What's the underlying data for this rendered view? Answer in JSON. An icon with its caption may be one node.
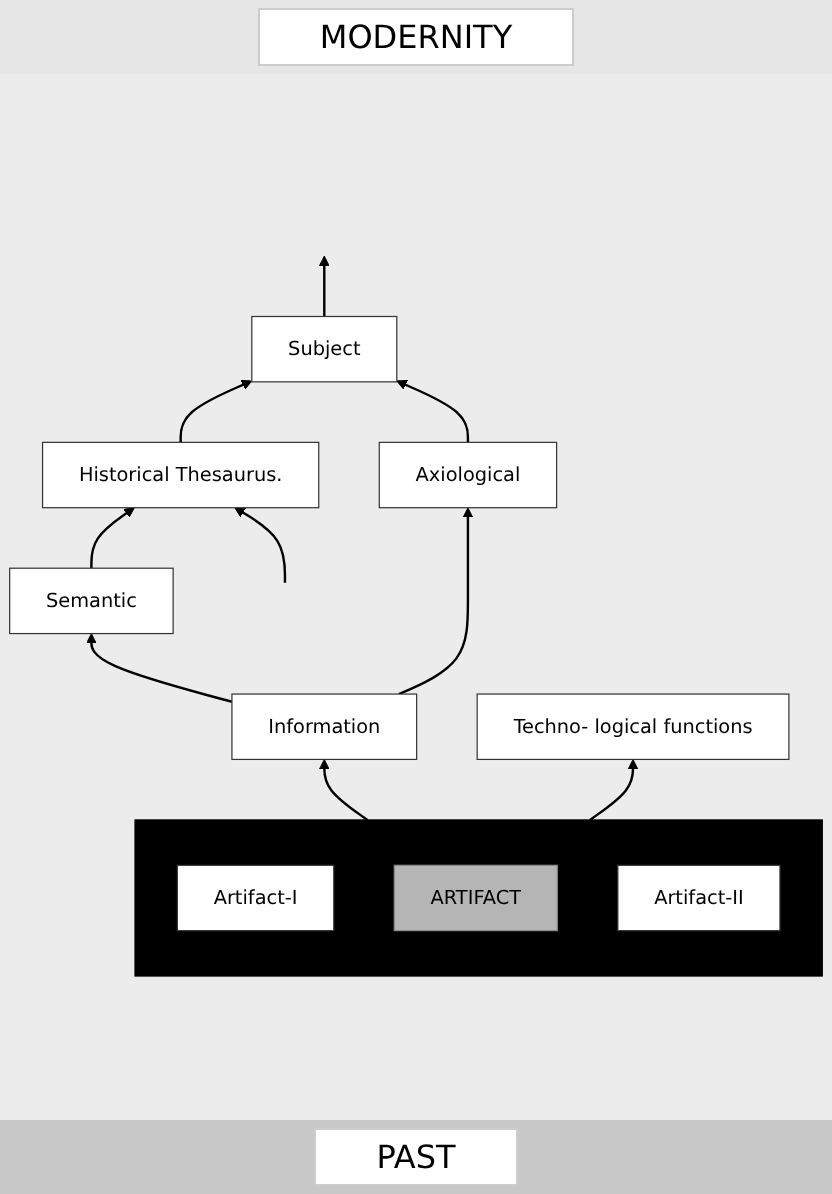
{
  "diagram": {
    "nodes": [
      {
        "text": [
          "Subject"
        ]
      },
      {
        "text": [
          "Historical Thesaurus."
        ]
      },
      {
        "text": [
          "Axiological"
        ]
      },
      {
        "text": [
          "Semantic"
        ]
      },
      {
        "text": [
          "Information"
        ]
      },
      {
        "text": [],
        "shape": "box"
      },
      {
        "text": [
          "Artifact-I"
        ],
        "in": 5
      },
      {
        "text": [
          "ARTIFACT"
        ],
        "in": 5
      },
      {
        "text": [
          "Artifact-II"
        ],
        "in": 5
      },
      {
        "text": [
          "Techno- logical functions"
        ]
      }
    ],
    "edges": [
      {
        "from": 1,
        "to": 0,
        "arrow": "to"
      },
      {
        "from": 2,
        "to": 0,
        "arrow": "to"
      },
      {
        "from": 3,
        "to": 1,
        "arrow": "to"
      },
      {
        "from": 4,
        "to": 2,
        "arrow": "to"
      },
      {
        "from": 4,
        "to": 3,
        "arrow": "to"
      },
      {
        "from": 5,
        "to": 4,
        "arrow": "to"
      },
      {
        "from": 5,
        "to": 9,
        "arrow": "to"
      },
      {
        "from": 0,
        "to": null,
        "arrow": "to"
      },
      {
        "from": null,
        "to": 1,
        "arrow": "to"
      }
    ],
    "labels": [
      "MODERNITY",
      "PAST"
    ]
  }
}
